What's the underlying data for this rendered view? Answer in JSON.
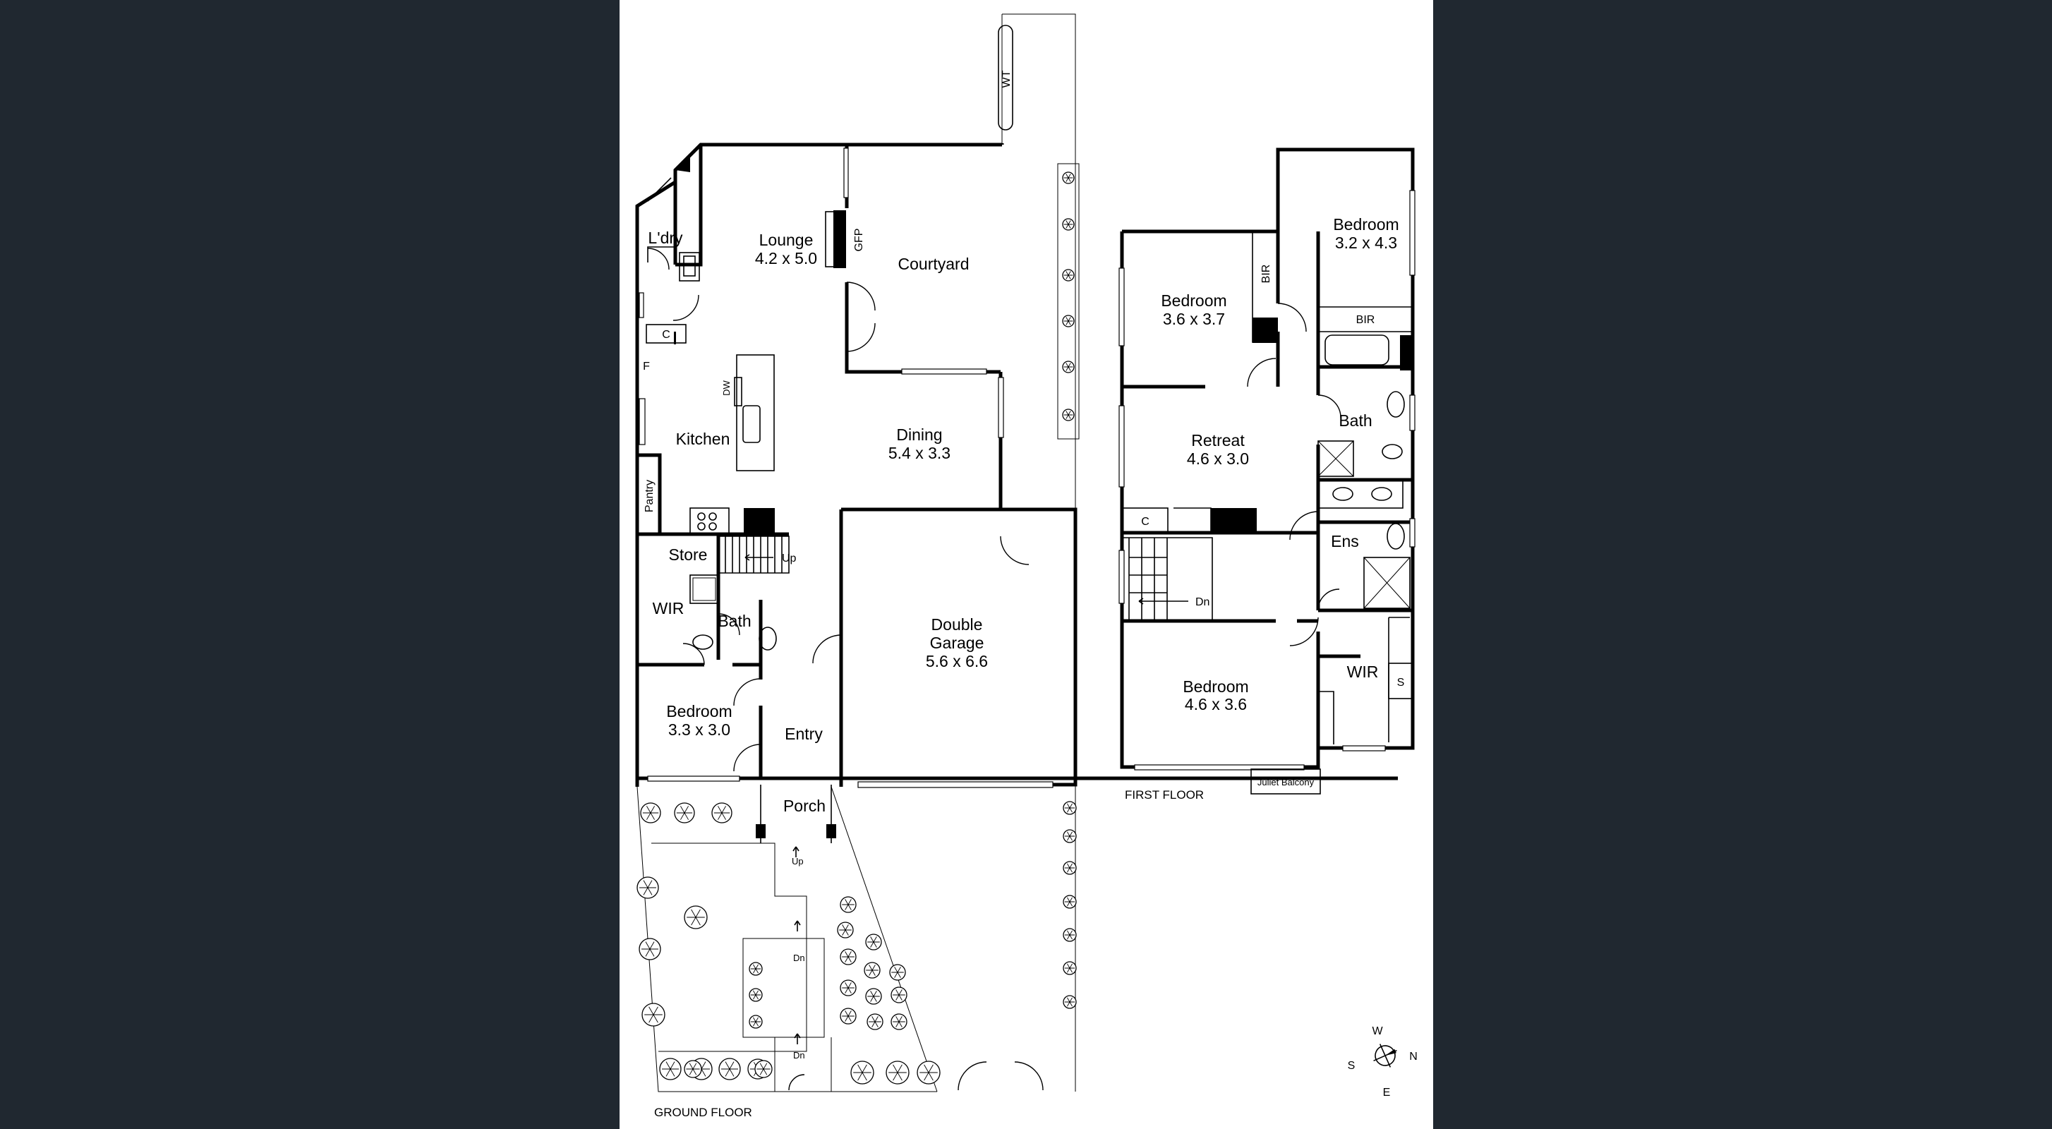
{
  "ground_floor": {
    "label": "GROUND FLOOR",
    "rooms": {
      "laundry": "L'dry",
      "lounge_name": "Lounge",
      "lounge_size": "4.2 x 5.0",
      "courtyard": "Courtyard",
      "kitchen": "Kitchen",
      "dining_name": "Dining",
      "dining_size": "5.4 x 3.3",
      "pantry": "Pantry",
      "store": "Store",
      "wir": "WIR",
      "bath": "Bath",
      "bedroom_name": "Bedroom",
      "bedroom_size": "3.3 x 3.0",
      "entry": "Entry",
      "garage_line1": "Double",
      "garage_line2": "Garage",
      "garage_size": "5.6 x 6.6",
      "porch": "Porch"
    },
    "fixtures": {
      "water_tank": "WT",
      "gas_fireplace": "GFP",
      "cupboard": "C",
      "fridge": "F",
      "dishwasher": "DW",
      "stairs_up": "Up",
      "porch_up": "Up",
      "steps_down_1": "Dn",
      "steps_down_2": "Dn"
    }
  },
  "first_floor": {
    "label": "FIRST FLOOR",
    "rooms": {
      "bedroom_ne_name": "Bedroom",
      "bedroom_ne_size": "3.2 x 4.3",
      "bedroom_nw_name": "Bedroom",
      "bedroom_nw_size": "3.6 x 3.7",
      "bir_vertical": "BIR",
      "bir_horizontal": "BIR",
      "retreat_name": "Retreat",
      "retreat_size": "4.6 x 3.0",
      "bath": "Bath",
      "ensuite": "Ens",
      "cupboard": "C",
      "stairs_down": "Dn",
      "bedroom_main_name": "Bedroom",
      "bedroom_main_size": "4.6 x 3.6",
      "wir": "WIR",
      "shelf": "S",
      "juliet_balcony": "Juliet Balcony"
    }
  },
  "compass": {
    "north": "N",
    "south": "S",
    "east": "E",
    "west": "W"
  }
}
